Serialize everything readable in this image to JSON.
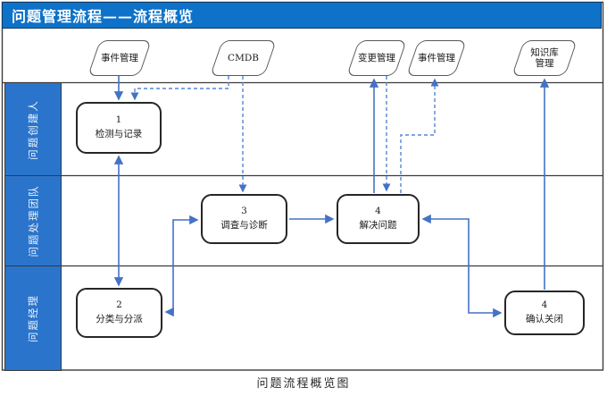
{
  "header": {
    "title": "问题管理流程——流程概览"
  },
  "caption": "问题流程概览图",
  "lanes": [
    {
      "label": "问题创建人"
    },
    {
      "label": "问题处理团队"
    },
    {
      "label": "问题经理"
    }
  ],
  "external_entities": [
    {
      "label": "事件管理"
    },
    {
      "label": "CMDB"
    },
    {
      "label": "变更管理"
    },
    {
      "label": "事件管理"
    },
    {
      "label": "知识库管理"
    }
  ],
  "process_boxes": [
    {
      "num": "1",
      "label": "检测与记录"
    },
    {
      "num": "2",
      "label": "分类与分派"
    },
    {
      "num": "3",
      "label": "调查与诊断"
    },
    {
      "num": "4",
      "label": "解决问题"
    },
    {
      "num": "4",
      "label": "确认关闭"
    }
  ],
  "colors": {
    "header_blue": "#0d72c8",
    "lane_blue": "#2b74cb",
    "connector_blue": "#4472c4",
    "dashed_blue": "#5585d2",
    "border_dark": "#3c3c3c"
  }
}
